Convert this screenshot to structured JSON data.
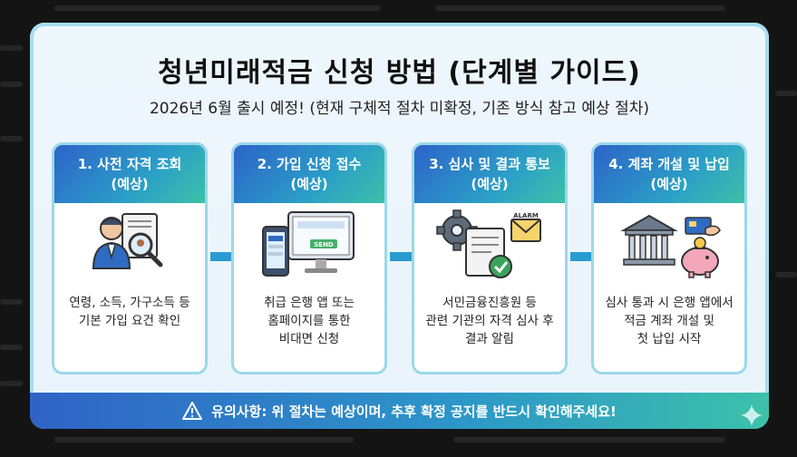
{
  "card": {
    "title": "청년미래적금 신청 방법 (단계별 가이드)",
    "subtitle": "2026년 6월 출시 예정! (현재 구체적 절차 미확정, 기존 방식 참고 예상 절차)"
  },
  "steps": [
    {
      "title": "1. 사전 자격 조회",
      "tag": "(예상)",
      "icon": "person-document-search-icon",
      "desc": [
        "연령, 소득, 가구소득 등",
        "기본 가입 요건 확인"
      ]
    },
    {
      "title": "2. 가입 신청 접수",
      "tag": "(예상)",
      "icon": "phone-monitor-send-icon",
      "desc": [
        "취급 은행 앱 또는",
        "홈페이지를 통한",
        "비대면 신청"
      ]
    },
    {
      "title": "3. 심사 및 결과 통보",
      "tag": "(예상)",
      "icon": "gear-document-alarm-icon",
      "desc": [
        "서민금융진흥원 등",
        "관련 기관의 자격 심사 후",
        "결과 알림"
      ]
    },
    {
      "title": "4. 계좌 개설 및 납입",
      "tag": "(예상)",
      "icon": "bank-piggybank-icon",
      "desc": [
        "심사 통과 시 은행 앱에서",
        "적금 계좌 개설 및",
        "첫 납입 시작"
      ]
    }
  ],
  "icon_texts": {
    "send": "SEND",
    "alarm": "ALARM"
  },
  "footer": {
    "notice": "유의사항: 위 절차는 예상이며, 추후 확정 공지를 반드시 확인해주세요!",
    "icon": "warning-icon"
  },
  "colors": {
    "header_start": "#2c63c9",
    "header_end": "#3ec1a7",
    "border": "#9bd8e9",
    "arrow": "#2a9bd0"
  }
}
